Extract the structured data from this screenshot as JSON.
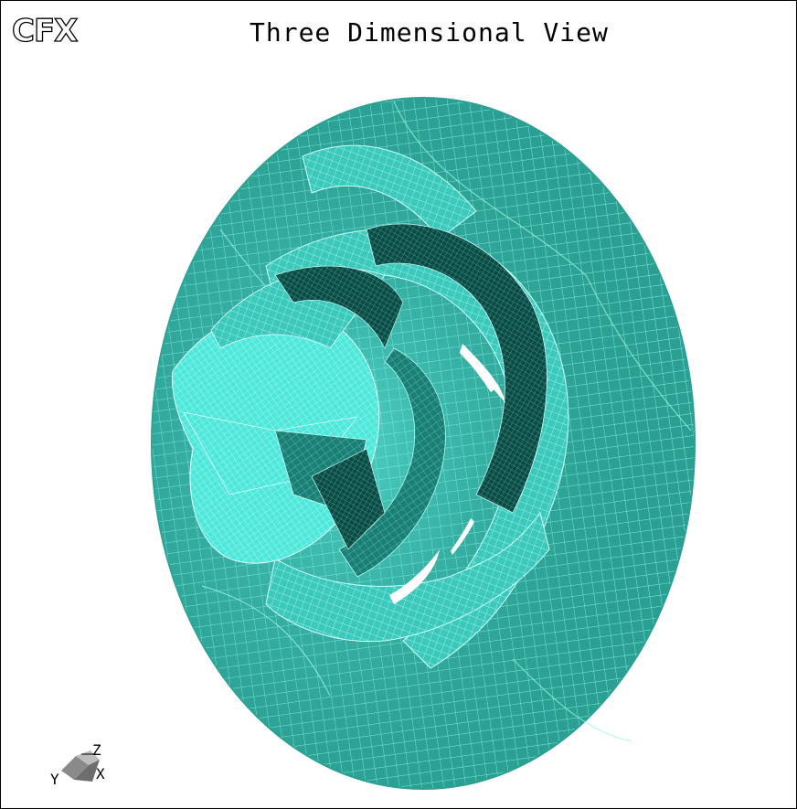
{
  "viewer": {
    "logo_text": "CFX",
    "title": "Three Dimensional View"
  },
  "triad": {
    "label_z": "Z",
    "label_x": "X",
    "label_y": "Y"
  },
  "colors": {
    "mesh_fill": "#2a9f92",
    "mesh_lines": "#7fe9dd",
    "blade_highlight": "#49f0e2",
    "background": "#ffffff"
  },
  "icons": [
    "cfx-logo",
    "axis-triad-icon"
  ]
}
